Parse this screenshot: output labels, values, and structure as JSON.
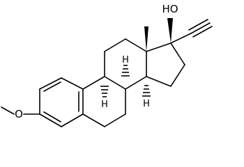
{
  "structure": {
    "labels": {
      "hydroxyl": "HO",
      "methoxy_oxygen": "O",
      "h_c8": "H",
      "h_c9": "H",
      "h_c14": "H"
    },
    "colors": {
      "bond": "#000000",
      "background": "#ffffff"
    }
  }
}
